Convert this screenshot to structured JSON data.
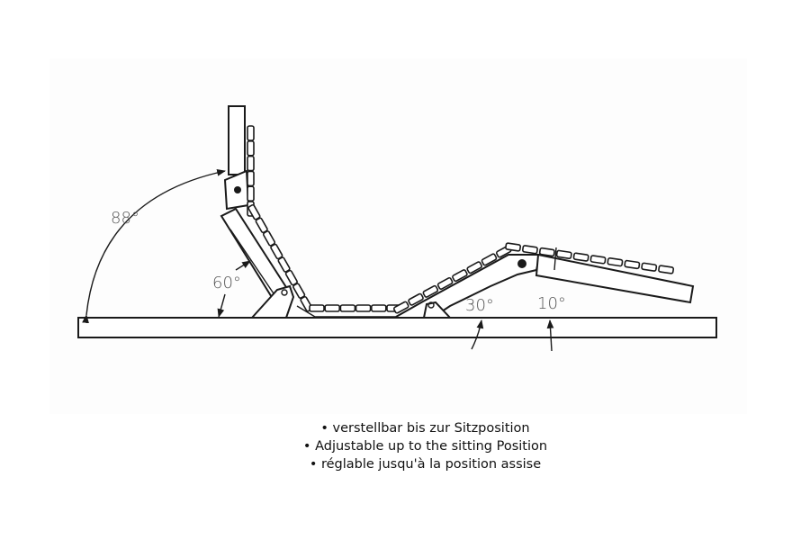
{
  "diagram": {
    "angles": {
      "back_total": "88°",
      "back_lower": "60°",
      "thigh": "30°",
      "leg": "10°"
    }
  },
  "caption": [
    "• verstellbar bis zur Sitzposition",
    "• Adjustable up to the sitting Position",
    "• réglable jusqu'à la position assise"
  ]
}
